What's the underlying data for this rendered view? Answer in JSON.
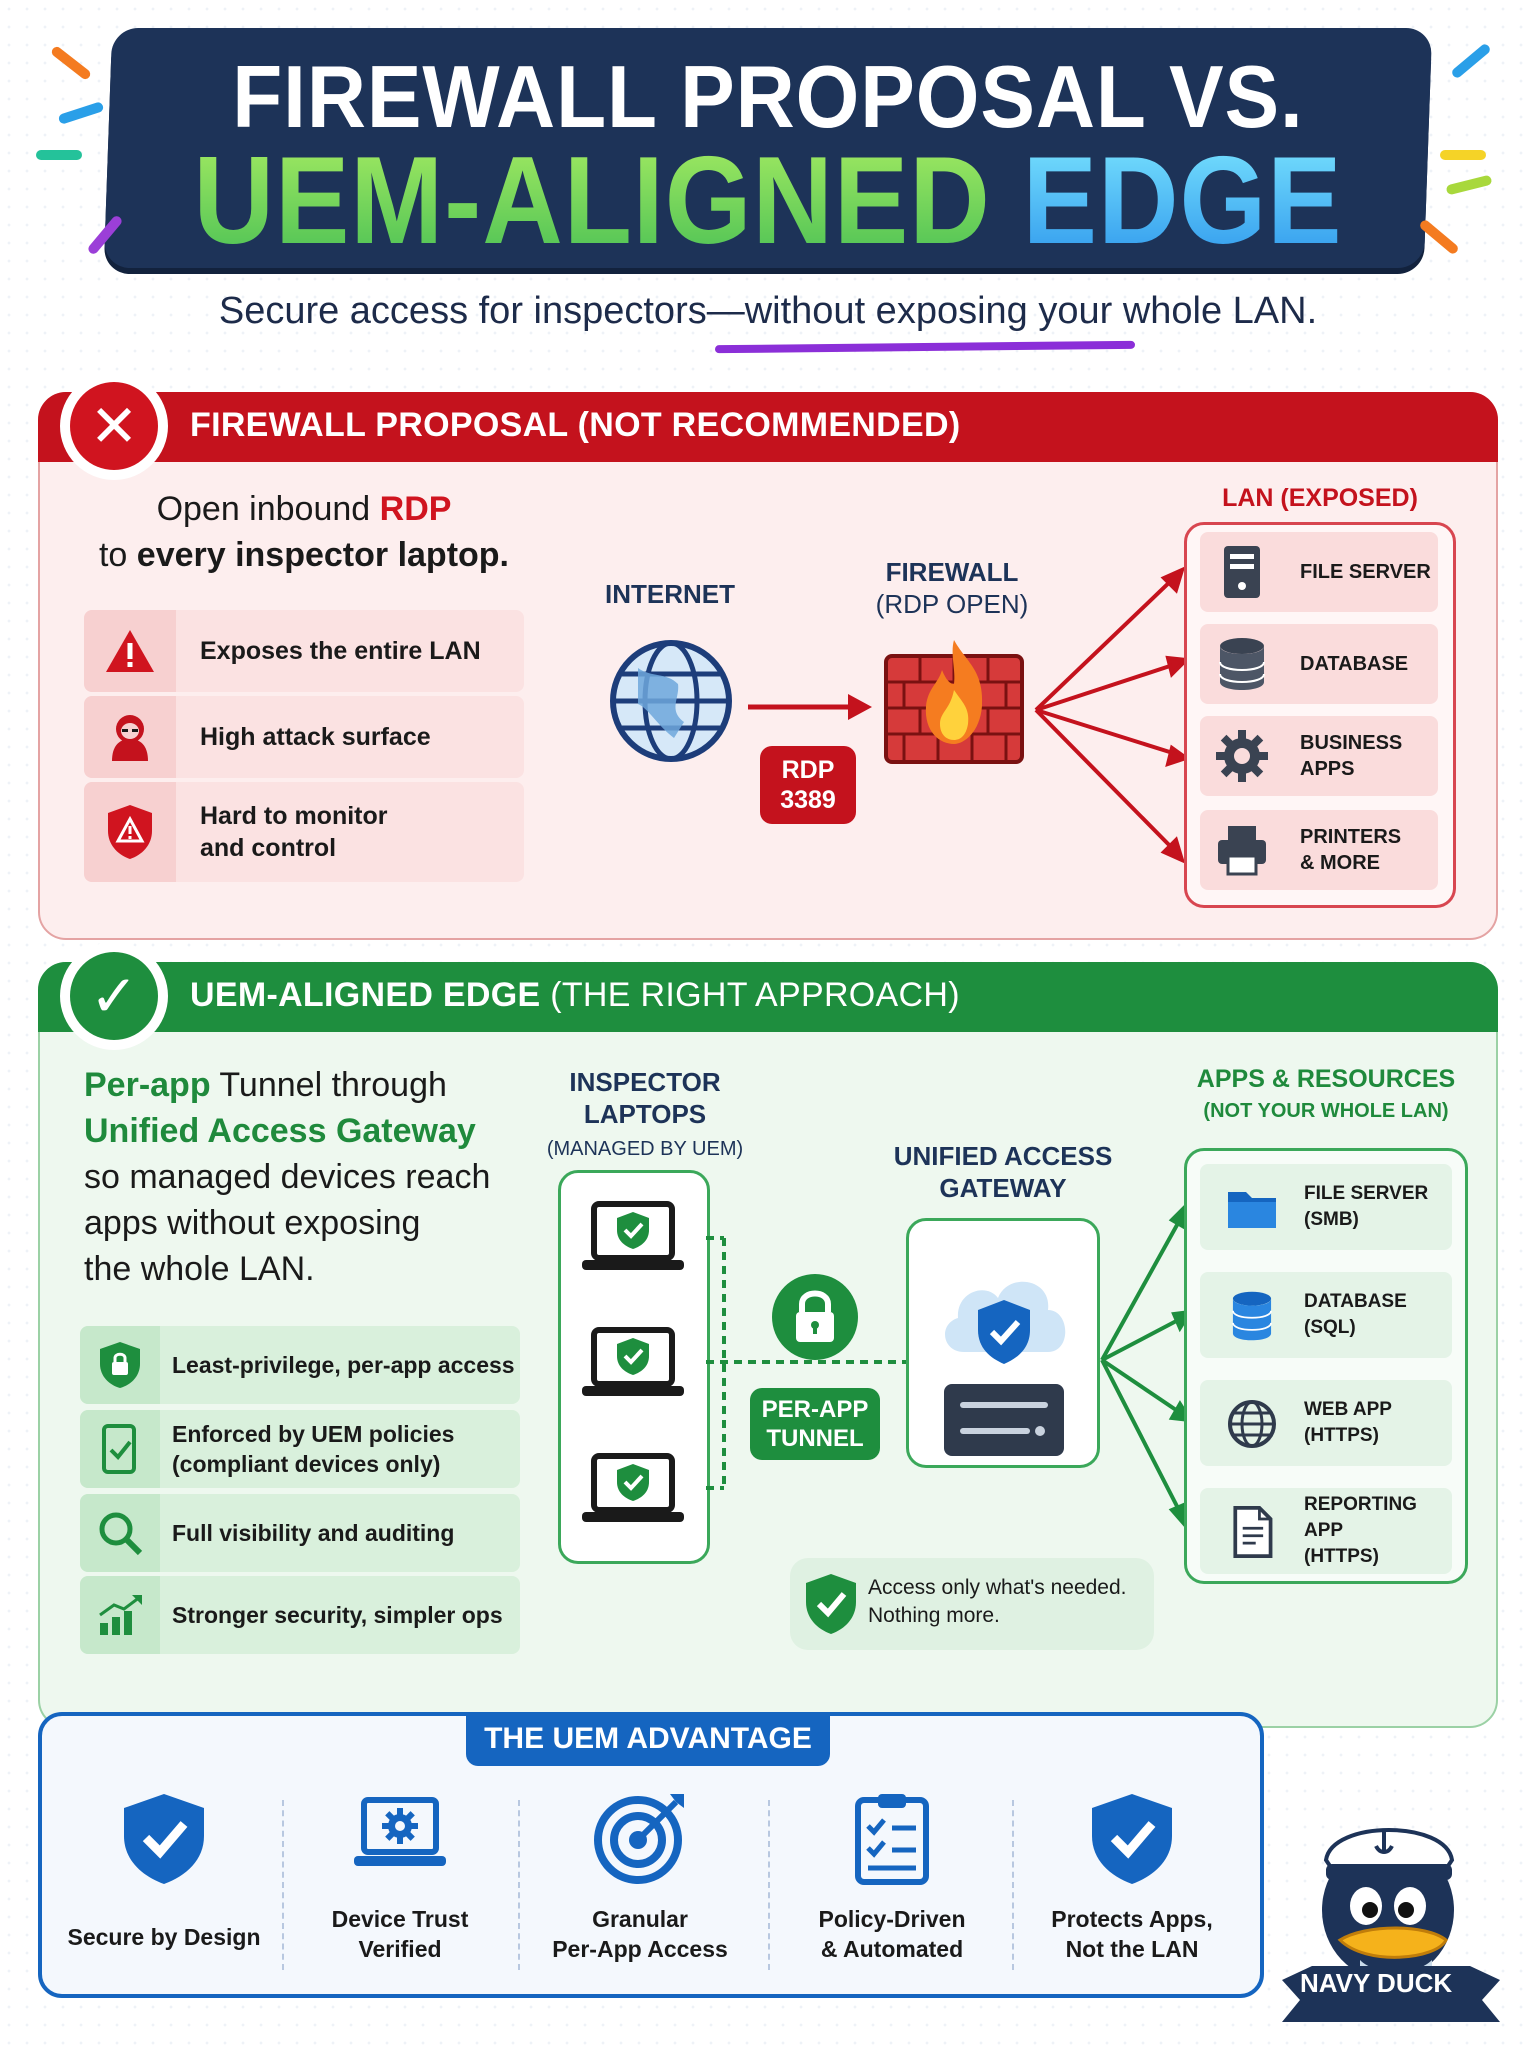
{
  "title": {
    "line1": "FIREWALL PROPOSAL VS.",
    "line2a": "UEM-ALIGNED",
    "line2b": "EDGE"
  },
  "subtitle": "Secure access for inspectors—without exposing your whole LAN.",
  "firewall": {
    "header": "FIREWALL PROPOSAL (NOT RECOMMENDED)",
    "lead_a": "Open inbound ",
    "lead_b": "RDP",
    "lead_c": "to ",
    "lead_d": "every inspector laptop.",
    "items": [
      "Exposes the entire LAN",
      "High attack surface",
      "Hard to monitor",
      "and control"
    ],
    "internet": "INTERNET",
    "fw_label_1": "FIREWALL",
    "fw_label_2": "(RDP OPEN)",
    "rdp_1": "RDP",
    "rdp_2": "3389",
    "lan_title": "LAN (EXPOSED)",
    "lan": [
      "FILE SERVER",
      "DATABASE",
      "BUSINESS",
      "APPS",
      "PRINTERS",
      "& MORE"
    ]
  },
  "uem": {
    "header_bold": "UEM-ALIGNED EDGE",
    "header_rest": " (THE RIGHT APPROACH)",
    "lead": [
      "Per-app",
      " Tunnel through",
      "Unified Access Gateway",
      "so managed devices reach",
      "apps without exposing",
      "the whole LAN."
    ],
    "items": [
      "Least-privilege, per-app access",
      "Enforced by UEM policies",
      "(compliant devices only)",
      "Full visibility and auditing",
      "Stronger security, simpler ops"
    ],
    "laptops_1": "INSPECTOR",
    "laptops_2": "LAPTOPS",
    "laptops_3": "(MANAGED BY UEM)",
    "tunnel_1": "PER-APP",
    "tunnel_2": "TUNNEL",
    "gw_1": "UNIFIED ACCESS",
    "gw_2": "GATEWAY",
    "apps_1": "APPS & RESOURCES",
    "apps_2": "(NOT YOUR WHOLE LAN)",
    "apps": [
      "FILE SERVER",
      "(SMB)",
      "DATABASE",
      "(SQL)",
      "WEB APP",
      "(HTTPS)",
      "REPORTING APP",
      "(HTTPS)"
    ],
    "note_1": "Access only what's needed.",
    "note_2": "Nothing more."
  },
  "advantage": {
    "title": "THE UEM ADVANTAGE",
    "cols": [
      "Secure by Design",
      "Device Trust",
      "Verified",
      "Granular",
      "Per-App Access",
      "Policy-Driven",
      "& Automated",
      "Protects Apps,",
      "Not the LAN"
    ]
  },
  "mascot": "NAVY DUCK",
  "colors": {
    "red": "#c4121d",
    "green": "#1e8e3e",
    "navy": "#1d3358",
    "blue": "#1565c0"
  }
}
